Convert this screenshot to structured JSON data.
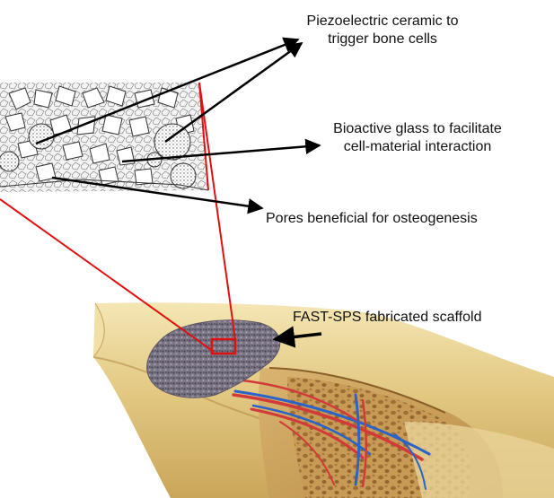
{
  "labels": {
    "piezo": [
      "Piezoelectric ceramic to",
      "trigger bone cells"
    ],
    "bioactive": [
      "Bioactive glass to facilitate",
      "cell-material interaction"
    ],
    "pores": "Pores beneficial for osteogenesis",
    "scaffold": "FAST-SPS fabricated scaffold"
  },
  "colors": {
    "zoom_lines": "#e01010",
    "arrows": "#000000",
    "bone_outer": "#e6cf8e",
    "bone_shade": "#c9a85c",
    "scaffold": "#6e6878",
    "vessel_red": "#d23a3a",
    "vessel_blue": "#2c63c8"
  }
}
